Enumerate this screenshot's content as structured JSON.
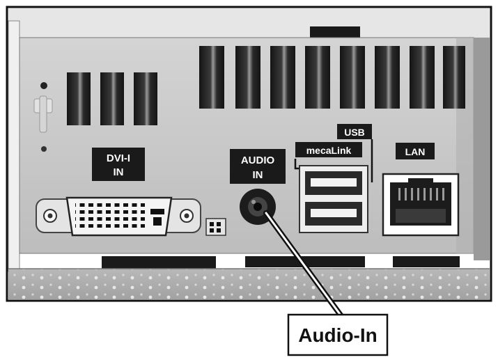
{
  "photo": {
    "port_labels": {
      "dvi_line1": "DVI-I",
      "dvi_line2": "IN",
      "audio_line1": "AUDIO",
      "audio_line2": "IN",
      "usb": "USB",
      "mecalink": "mecaLink",
      "lan": "LAN"
    }
  },
  "callout": {
    "label": "Audio-In"
  },
  "colors": {
    "frame": "#111111",
    "panel": "#c9c9c9",
    "label_bg": "#1a1a1a",
    "vent": "#141414"
  }
}
